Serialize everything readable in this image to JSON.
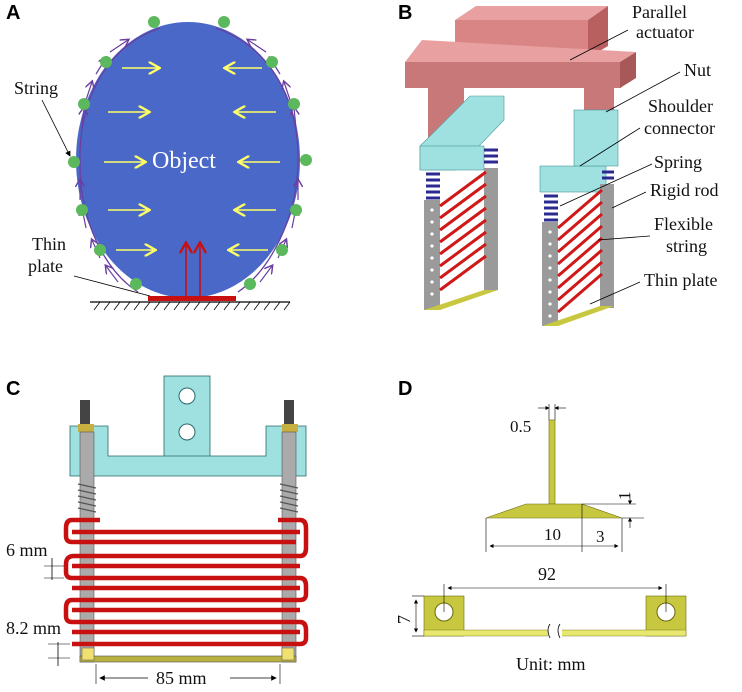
{
  "panels": {
    "a": {
      "letter": "A",
      "object_label": "Object",
      "string_label": "String",
      "plate_label_1": "Thin",
      "plate_label_2": "plate"
    },
    "b": {
      "letter": "B",
      "labels": [
        "Parallel",
        "actuator",
        "Nut",
        "Shoulder",
        "connector",
        "Spring",
        "Rigid rod",
        "Flexible",
        "string",
        "Thin plate"
      ]
    },
    "c": {
      "letter": "C",
      "dim_6": "6 mm",
      "dim_82": "8.2 mm",
      "dim_85": "85 mm"
    },
    "d": {
      "letter": "D",
      "dim_05": "0.5",
      "dim_1": "1",
      "dim_10": "10",
      "dim_3": "3",
      "dim_92": "92",
      "dim_7": "7",
      "unit": "Unit: mm"
    }
  },
  "colors": {
    "object": "#4a68c8",
    "dot": "#5cb85c",
    "arrow_yellow": "#ffff66",
    "arrow_purple": "#6a3fa0",
    "actuator": "#d98585",
    "connector": "#9fe0e0",
    "string_red": "#d01818",
    "plate_yellow": "#c8c840",
    "rod_gray": "#9a9a9a"
  }
}
